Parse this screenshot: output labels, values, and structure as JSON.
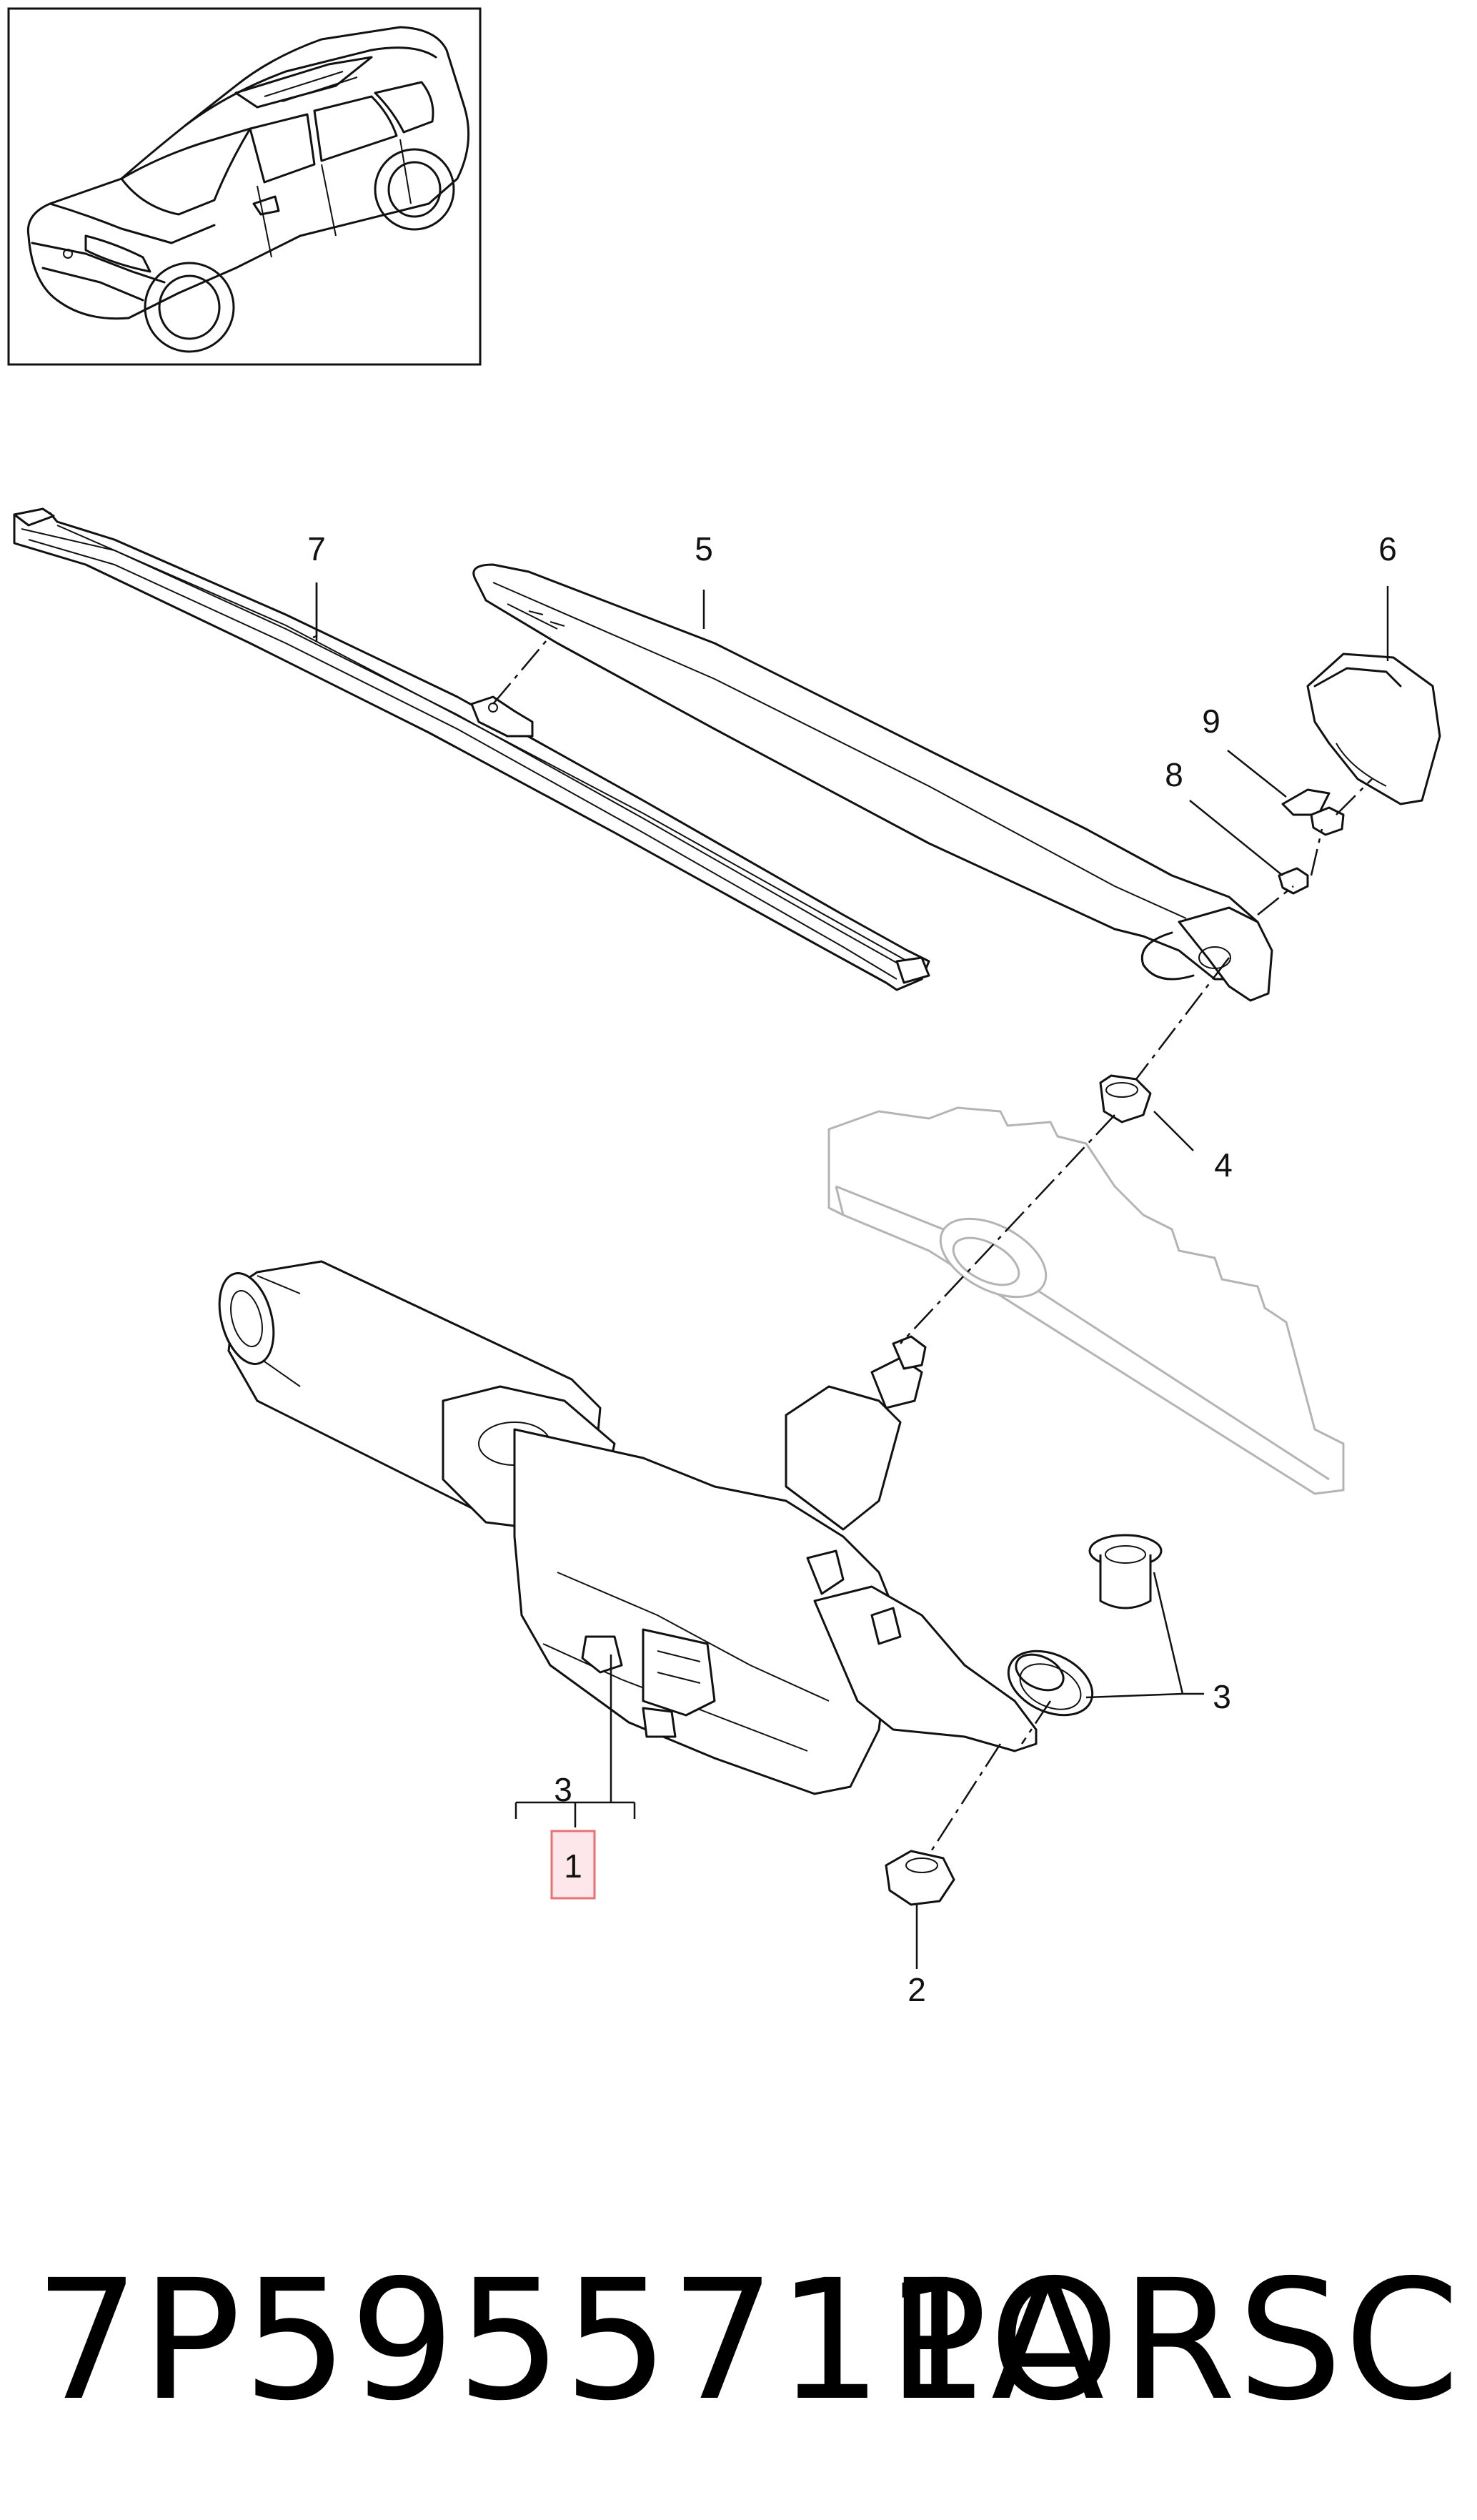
{
  "callouts": {
    "n7": "7",
    "n5": "5",
    "n6": "6",
    "n9": "9",
    "n8": "8",
    "n4": "4",
    "n3_right": "3",
    "n3_left": "3",
    "n1": "1",
    "n2": "2"
  },
  "footer": {
    "part_number": "7P5955711A",
    "brand": "PORSCHE"
  },
  "colors": {
    "line": "#111111",
    "ghost_body_panel": "#b4b4b4",
    "highlight_box_border": "#e57373",
    "highlight_box_fill": "#fde7ea"
  }
}
